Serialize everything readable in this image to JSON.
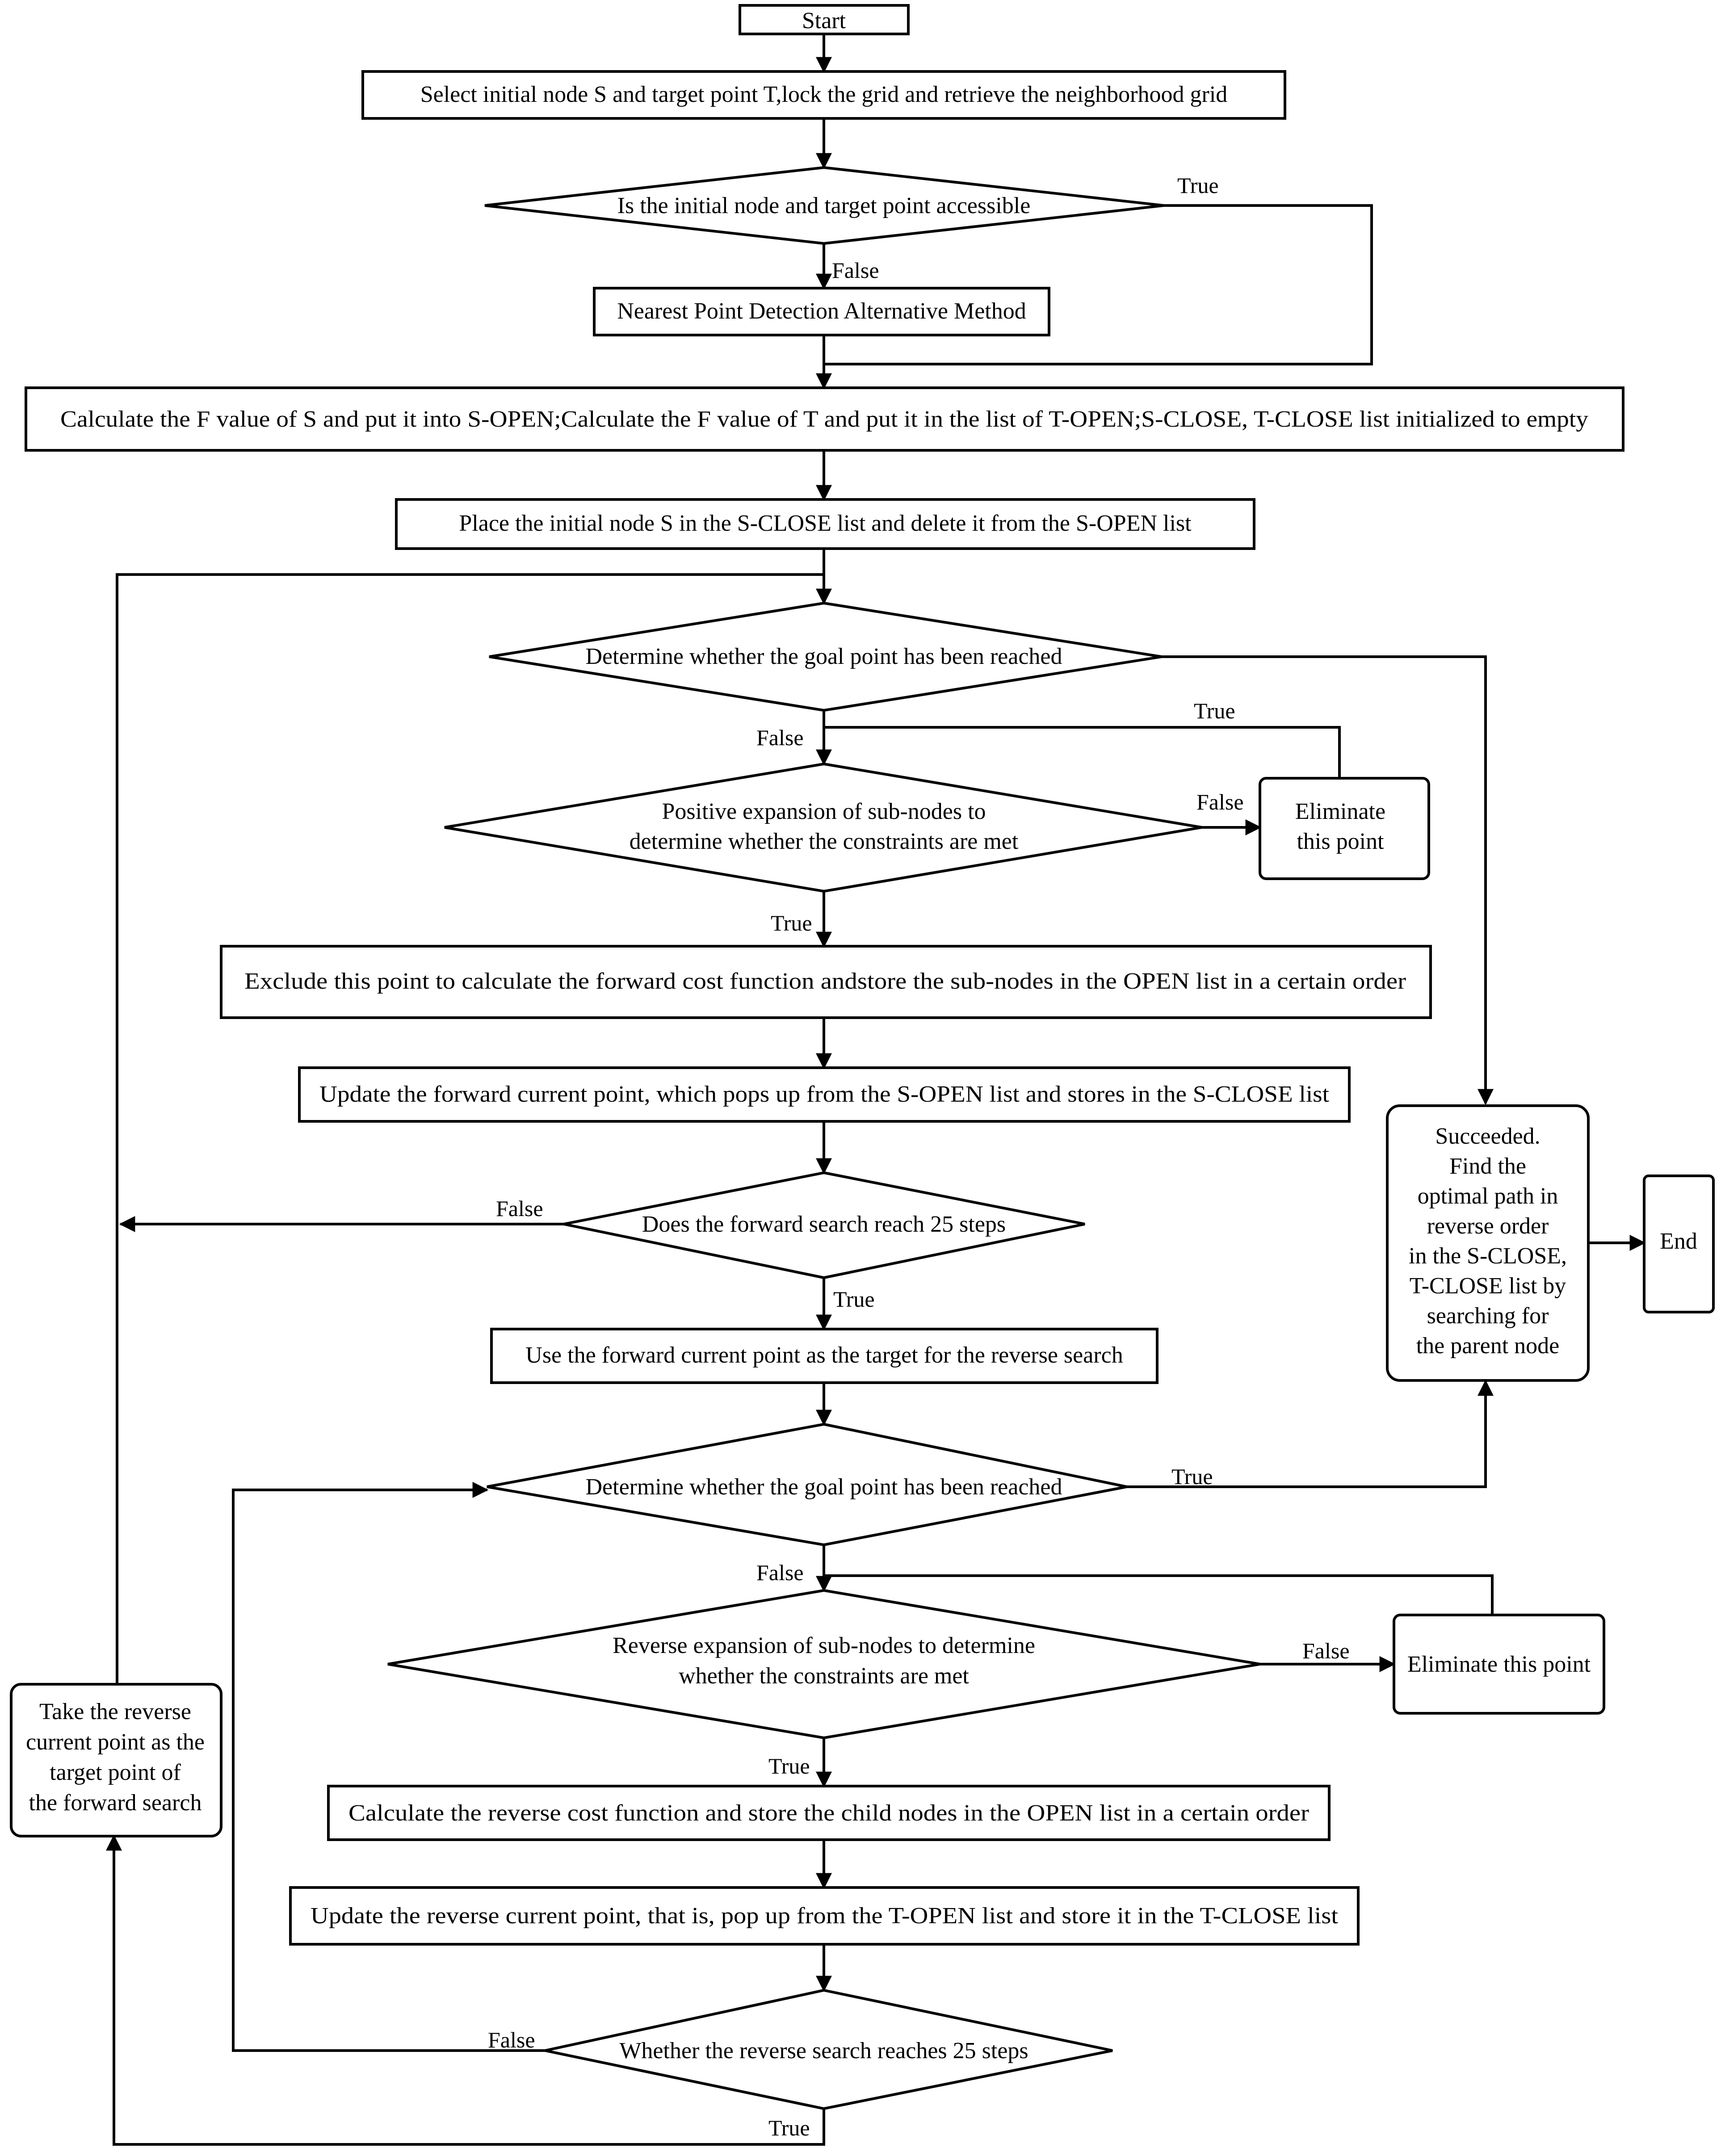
{
  "nodes": {
    "start": "Start",
    "select": "Select initial node S and target point T,lock the grid and retrieve the neighborhood grid",
    "accessible": "Is the initial node and target point accessible",
    "nearest": "Nearest Point Detection Alternative Method",
    "calc_f": "Calculate the F value of S and put it into S-OPEN;Calculate the F value of T and put it in the list of T-OPEN;S-CLOSE, T-CLOSE list initialized to empty",
    "place_s": "Place the initial node S in the S-CLOSE list and delete it from the S-OPEN list",
    "goal1": "Determine whether the goal point has been reached",
    "positive": [
      "Positive expansion of sub-nodes to",
      "determine whether the constraints are met"
    ],
    "elim1": [
      "Eliminate",
      "this point"
    ],
    "exclude": "Exclude this point to calculate the forward cost function andstore the sub-nodes in the OPEN list in a certain order",
    "update_fwd": "Update the forward current point, which pops up from the S-OPEN list and stores in the S-CLOSE list",
    "fwd25": "Does the forward search reach 25 steps",
    "use_fwd": "Use the forward current point as the target for the reverse search",
    "goal2": "Determine whether the goal point has been reached",
    "reverse": [
      "Reverse expansion of sub-nodes to determine",
      "whether the constraints are met"
    ],
    "elim2": "Eliminate this point",
    "calc_rev": "Calculate the reverse cost function and store the child nodes in the OPEN list in a certain order",
    "update_rev": "Update the reverse current point, that is, pop up from the T-OPEN list and store it in the T-CLOSE list",
    "rev25": "Whether the reverse search reaches 25 steps",
    "succeeded": [
      "Succeeded.",
      "Find the",
      "optimal path in",
      "reverse order",
      "in the S-CLOSE,",
      "T-CLOSE list by",
      "searching for",
      "the parent node"
    ],
    "take_rev": [
      "Take the reverse",
      "current point as the",
      "target point of",
      "the forward search"
    ],
    "end": "End"
  },
  "edge_labels": {
    "accessible_true": "True",
    "accessible_false": "False",
    "positive_false_top": "False",
    "elim1_true": "True",
    "positive_false_side": "False",
    "positive_true": "True",
    "fwd25_false": "False",
    "fwd25_true": "True",
    "goal2_true": "True",
    "goal2_false": "False",
    "reverse_false": "False",
    "reverse_true": "True",
    "rev25_false": "False",
    "rev25_true": "True"
  }
}
